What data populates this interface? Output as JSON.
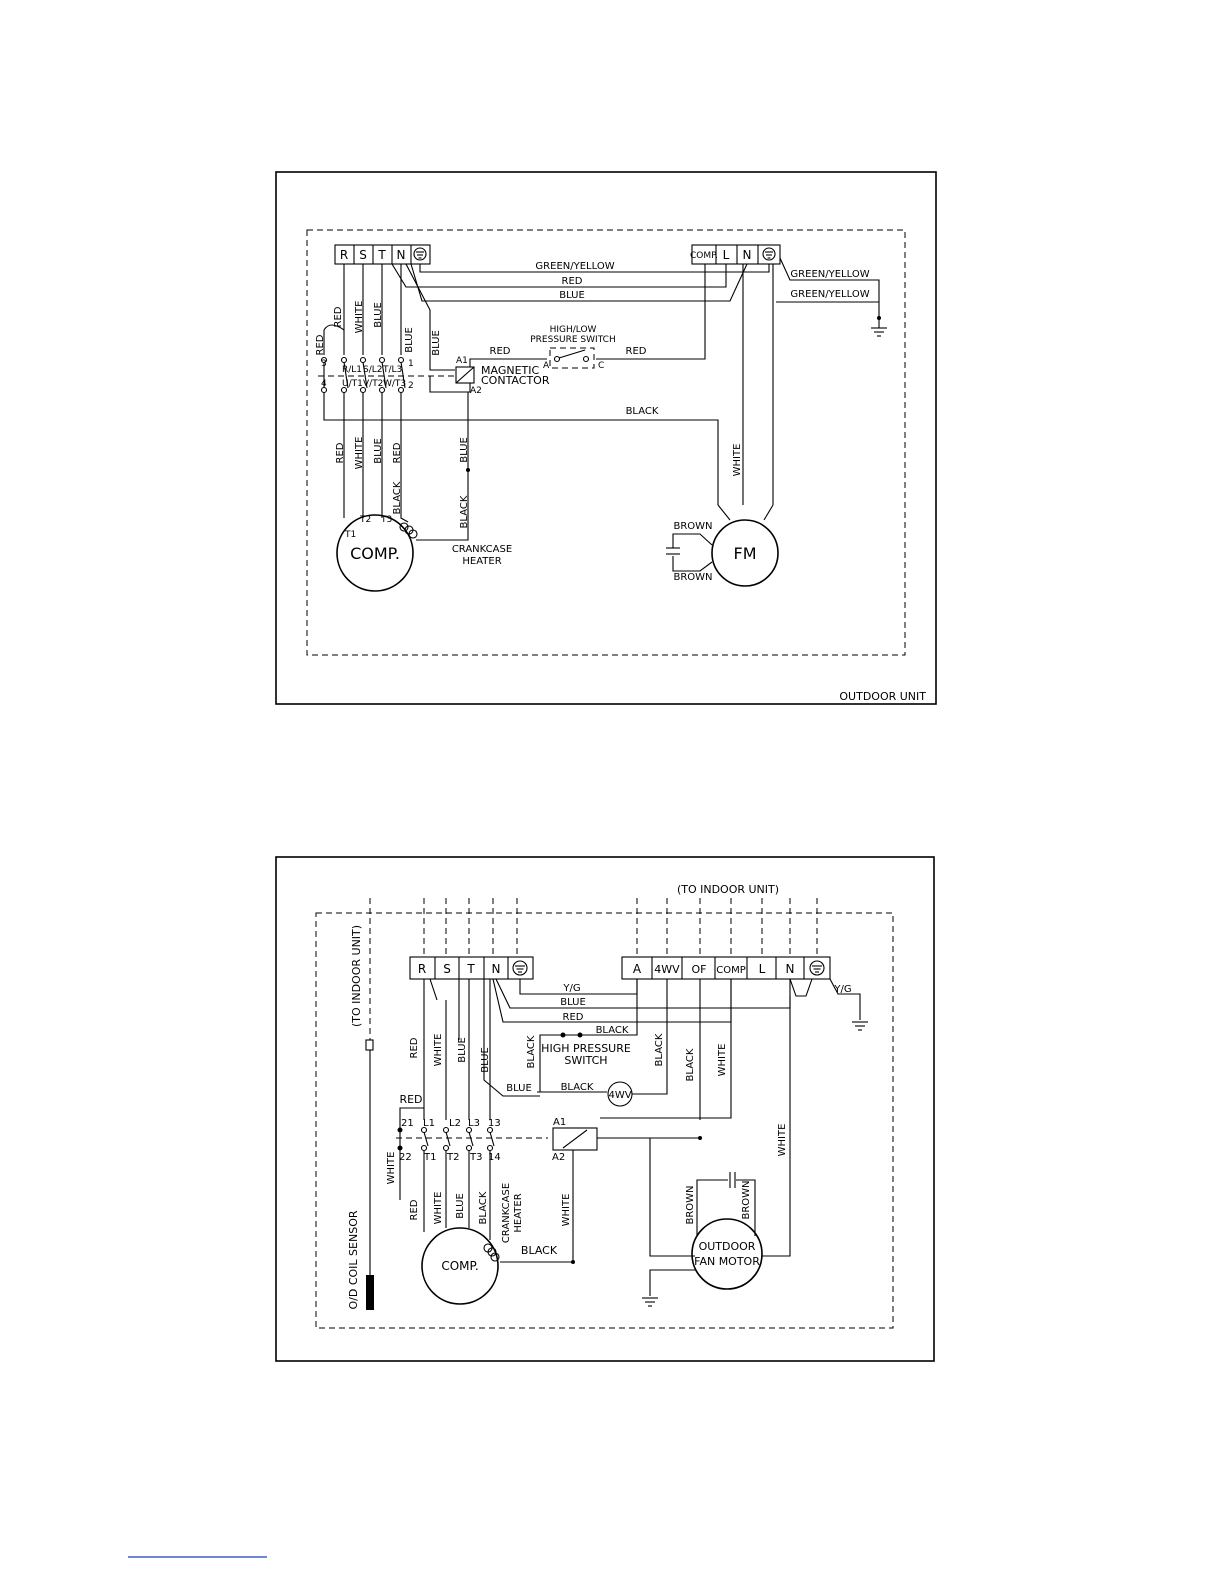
{
  "diagram1": {
    "terminals_left": [
      "R",
      "S",
      "T",
      "N"
    ],
    "terminals_right": [
      "COMP.",
      "L",
      "N"
    ],
    "wire_green_yellow": "GREEN/YELLOW",
    "wire_red": "RED",
    "wire_blue": "BLUE",
    "wire_white": "WHITE",
    "wire_black": "BLACK",
    "wire_brown": "BROWN",
    "pressure_switch_line1": "HIGH/LOW",
    "pressure_switch_line2": "PRESSURE SWITCH",
    "switch_a": "A",
    "switch_c": "C",
    "coil_a1": "A1",
    "coil_a2": "A2",
    "contactor_line1": "MAGNETIC",
    "contactor_line2": "CONTACTOR",
    "contact_top": [
      "3",
      "R/L1",
      "S/L2",
      "T/L3",
      "1"
    ],
    "contact_bottom": [
      "4",
      "U/T1",
      "V/T2",
      "W/T3",
      "2"
    ],
    "comp_terminals": [
      "T1",
      "T2",
      "T3"
    ],
    "comp_label": "COMP.",
    "heater_line1": "CRANKCASE",
    "heater_line2": "HEATER",
    "fan_label": "FM",
    "caption": "OUTDOOR UNIT"
  },
  "diagram2": {
    "to_indoor_top": "(TO INDOOR UNIT)",
    "to_indoor_side": "(TO INDOOR UNIT)",
    "terminals_left": [
      "R",
      "S",
      "T",
      "N"
    ],
    "terminals_right": [
      "A",
      "4WV",
      "OF",
      "COMP",
      "L",
      "N"
    ],
    "wire_yg": "Y/G",
    "wire_blue": "BLUE",
    "wire_red": "RED",
    "wire_black": "BLACK",
    "wire_white": "WHITE",
    "wire_brown": "BROWN",
    "hps_line1": "HIGH PRESSURE",
    "hps_line2": "SWITCH",
    "valve_label": "4WV",
    "coil_a1": "A1",
    "coil_a2": "A2",
    "contact_top": [
      "21",
      "L1",
      "L2",
      "L3",
      "13"
    ],
    "contact_bottom": [
      "22",
      "T1",
      "T2",
      "T3",
      "14"
    ],
    "comp_label": "COMP.",
    "heater_line1": "CRANKCASE",
    "heater_line2": "HEATER",
    "fan_line1": "OUTDOOR",
    "fan_line2": "FAN MOTOR",
    "sensor_label": "O/D COIL SENSOR"
  },
  "colors": {
    "ink": "#000000",
    "paper": "#ffffff",
    "footnote_rule": "#1a3fbf"
  }
}
